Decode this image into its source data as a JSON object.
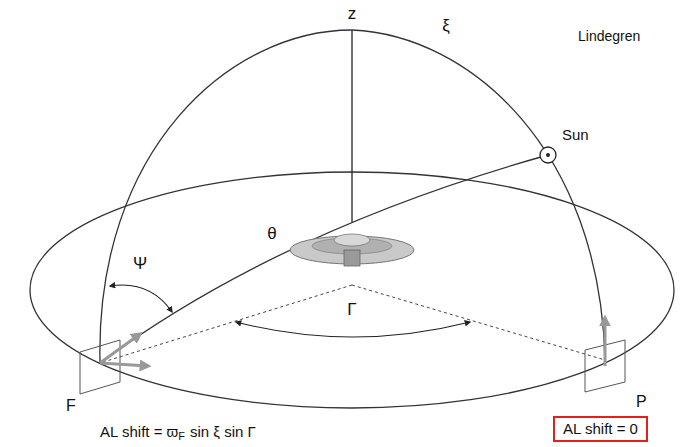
{
  "diagram": {
    "nodes": [
      {
        "text": [
          "AL shift = 0"
        ]
      }
    ],
    "labels": [
      "Lindegren",
      "z",
      "ξ",
      "Sun",
      "Ψ",
      "θ",
      "Γ",
      "F",
      "P",
      "AL shift = ϖ",
      "F",
      "sin ξ sin Γ"
    ]
  }
}
